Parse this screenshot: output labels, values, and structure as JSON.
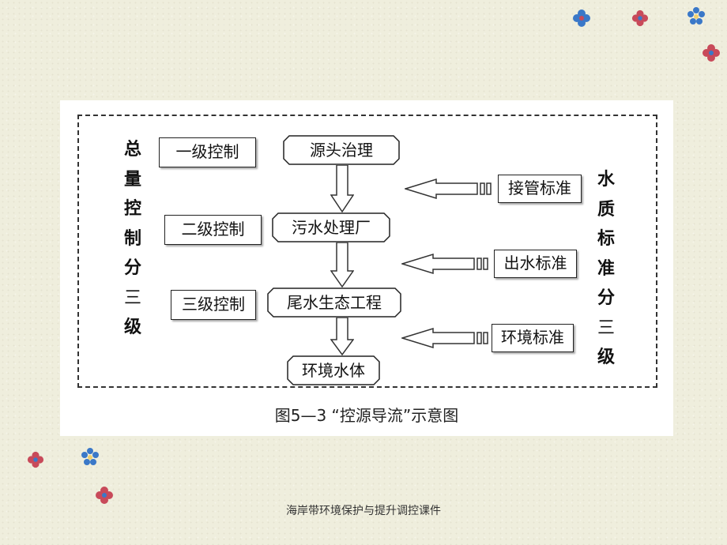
{
  "diagram": {
    "left_label": [
      "总",
      "量",
      "控",
      "制",
      "分",
      "三",
      "级"
    ],
    "right_label": [
      "水",
      "质",
      "标",
      "准",
      "分",
      "三",
      "级"
    ],
    "control_levels": [
      "一级控制",
      "二级控制",
      "三级控制"
    ],
    "process_steps": [
      "源头治理",
      "污水处理厂",
      "尾水生态工程",
      "环境水体"
    ],
    "standards": [
      "接管标准",
      "出水标准",
      "环境标准"
    ],
    "caption": "图5—3 “控源导流”示意图"
  },
  "footer": {
    "text": "海岸带环境保护与提升调控课件"
  },
  "colors": {
    "background": "#efeedd",
    "panel": "#ffffff",
    "flower_blue": "#3a78c8",
    "flower_red": "#c84a5a"
  }
}
